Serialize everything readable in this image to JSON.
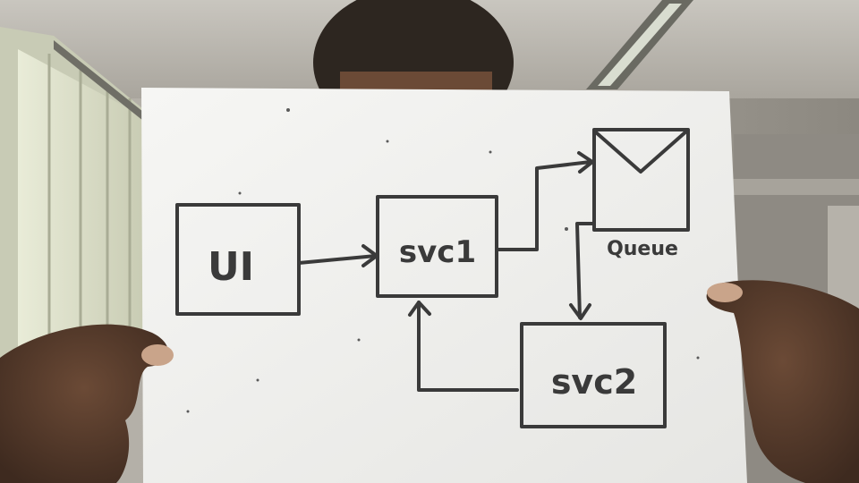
{
  "diagram": {
    "nodes": [
      {
        "id": "ui",
        "label": "UI"
      },
      {
        "id": "svc1",
        "label": "svc1"
      },
      {
        "id": "queue",
        "label": "Queue",
        "icon": "envelope-icon"
      },
      {
        "id": "svc2",
        "label": "svc2"
      }
    ],
    "edges": [
      {
        "from": "ui",
        "to": "svc1"
      },
      {
        "from": "svc1",
        "to": "queue"
      },
      {
        "from": "queue",
        "to": "svc2"
      },
      {
        "from": "svc2",
        "to": "svc1"
      }
    ],
    "ink_color": "#3a3a3a",
    "paper_color": "#f3f3f1"
  }
}
